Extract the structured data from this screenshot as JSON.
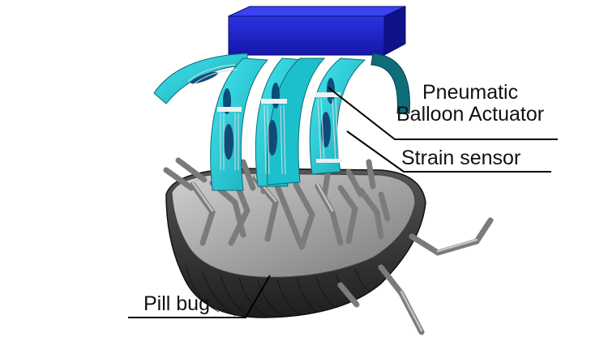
{
  "labels": {
    "actuator_line1": "Pneumatic",
    "actuator_line2": "Balloon Actuator",
    "strain_sensor": "Strain sensor",
    "pill_bug": "Pill bug"
  },
  "colors": {
    "block_blue": "#1a1fc4",
    "strip_cyan": "#2ad4dc",
    "strip_dark": "#0e5f6e",
    "bug_shell": "#3a3a3a",
    "bug_inner": "#9a9a9a",
    "leg_gray": "#8a8a8a",
    "leader_line": "#000000"
  }
}
